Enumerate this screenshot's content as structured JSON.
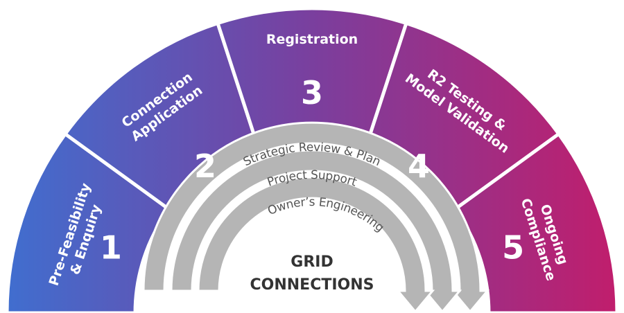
{
  "diagram": {
    "colors": {
      "gradient_start": "#3f6fd0",
      "gradient_mid": "#7a3f9e",
      "gradient_end": "#c21d6b",
      "ring": "#b5b5b5",
      "separator": "#ffffff"
    },
    "stages": [
      {
        "number": "1",
        "lines": [
          "Pre-Feasibility",
          "& Enquiry"
        ]
      },
      {
        "number": "2",
        "lines": [
          "Connection",
          "Application"
        ]
      },
      {
        "number": "3",
        "lines": [
          "Registration"
        ]
      },
      {
        "number": "4",
        "lines": [
          "R2 Testing &",
          "Model Validation"
        ]
      },
      {
        "number": "5",
        "lines": [
          "Ongoing",
          "Compliance"
        ]
      }
    ],
    "rings": [
      {
        "label": "Strategic Review & Plan"
      },
      {
        "label": "Project Support"
      },
      {
        "label": "Owner’s Engineering"
      }
    ],
    "center": {
      "line1": "GRID",
      "line2": "CONNECTIONS"
    }
  }
}
